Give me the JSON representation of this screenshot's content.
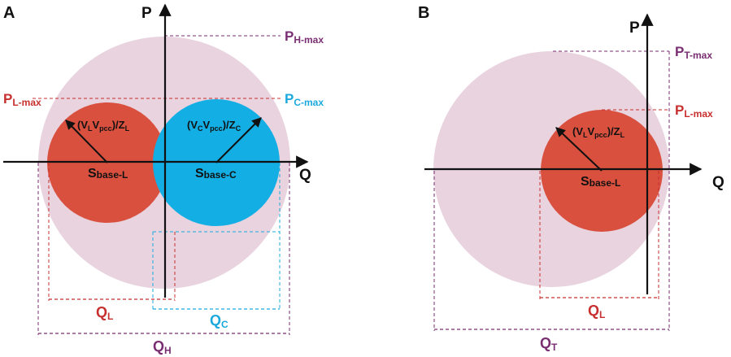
{
  "panels": {
    "a": {
      "letter": "A",
      "axis_p": "P",
      "axis_q": "Q",
      "p_h_max": {
        "main": "P",
        "sub": "H-max"
      },
      "p_l_max": {
        "main": "P",
        "sub": "L-max"
      },
      "p_c_max": {
        "main": "P",
        "sub": "C-max"
      },
      "s_base_l": {
        "main": "S",
        "sub": "base-L"
      },
      "s_base_c": {
        "main": "S",
        "sub": "base-C"
      },
      "radius_l": {
        "open": "(V",
        "s1": "L",
        "mid": "V",
        "s2": "pcc",
        "close": ")/Z",
        "s3": "L"
      },
      "radius_c": {
        "open": "(V",
        "s1": "C",
        "mid": "V",
        "s2": "pcc",
        "close": ")/Z",
        "s3": "C"
      },
      "q_l": {
        "main": "Q",
        "sub": "L"
      },
      "q_c": {
        "main": "Q",
        "sub": "C"
      },
      "q_h": {
        "main": "Q",
        "sub": "H"
      }
    },
    "b": {
      "letter": "B",
      "axis_p": "P",
      "axis_q": "Q",
      "p_t_max": {
        "main": "P",
        "sub": "T-max"
      },
      "p_l_max": {
        "main": "P",
        "sub": "L-max"
      },
      "s_base_l": {
        "main": "S",
        "sub": "base-L"
      },
      "radius_l": {
        "open": "(V",
        "s1": "L",
        "mid": "V",
        "s2": "pcc",
        "close": ")/Z",
        "s3": "L"
      },
      "q_l": {
        "main": "Q",
        "sub": "L"
      },
      "q_t": {
        "main": "Q",
        "sub": "T"
      }
    }
  },
  "colors": {
    "large_circle": "#e8d3df",
    "load_circle": "#d9503f",
    "capacitive_circle": "#13aee4",
    "load_label": "#c8302f",
    "capacitive_label": "#1ba9dd",
    "total_label": "#7a2e72",
    "axis": "#111111"
  }
}
